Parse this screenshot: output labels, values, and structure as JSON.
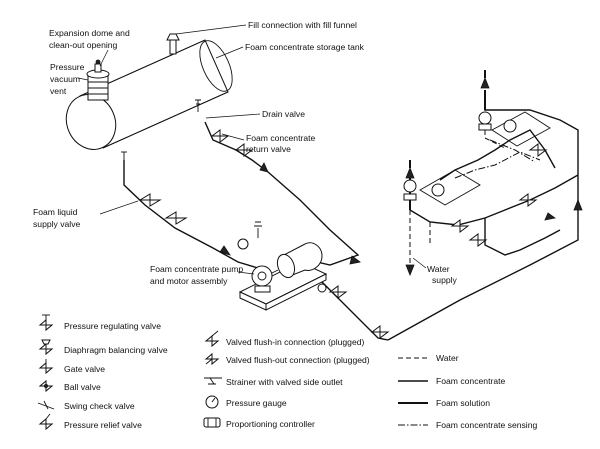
{
  "labels": {
    "expansion_dome": "Expansion dome and clean-out opening",
    "fill_connection": "Fill connection with fill funnel",
    "storage_tank": "Foam concentrate storage tank",
    "pressure_vacuum_vent": "Pressure vacuum vent",
    "drain_valve": "Drain valve",
    "return_valve": "Foam concentrate return valve",
    "supply_valve": "Foam liquid supply valve",
    "pump_motor": "Foam concentrate pump and motor assembly",
    "water_supply": "Water supply"
  },
  "legend": {
    "symbols_left": [
      {
        "label": "Pressure regulating valve",
        "icon": "pressure-regulating-valve-icon"
      },
      {
        "label": "Diaphragm balancing valve",
        "icon": "diaphragm-balancing-valve-icon"
      },
      {
        "label": "Gate valve",
        "icon": "gate-valve-icon"
      },
      {
        "label": "Ball valve",
        "icon": "ball-valve-icon"
      },
      {
        "label": "Swing check valve",
        "icon": "swing-check-valve-icon"
      },
      {
        "label": "Pressure relief valve",
        "icon": "pressure-relief-valve-icon"
      }
    ],
    "symbols_middle": [
      {
        "label": "Valved flush-in connection (plugged)",
        "icon": "flush-in-connection-icon"
      },
      {
        "label": "Valved flush-out connection (plugged)",
        "icon": "flush-out-connection-icon"
      },
      {
        "label": "Strainer with valved side outlet",
        "icon": "strainer-icon"
      },
      {
        "label": "Pressure gauge",
        "icon": "pressure-gauge-icon"
      },
      {
        "label": "Proportioning controller",
        "icon": "proportioning-controller-icon"
      }
    ],
    "lines": [
      {
        "label": "Water",
        "style": "dashed"
      },
      {
        "label": "Foam concentrate",
        "style": "solid"
      },
      {
        "label": "Foam solution",
        "style": "heavy"
      },
      {
        "label": "Foam concentrate sensing",
        "style": "dash-dot"
      }
    ]
  },
  "colors": {
    "ink": "#111111",
    "background": "#ffffff"
  }
}
